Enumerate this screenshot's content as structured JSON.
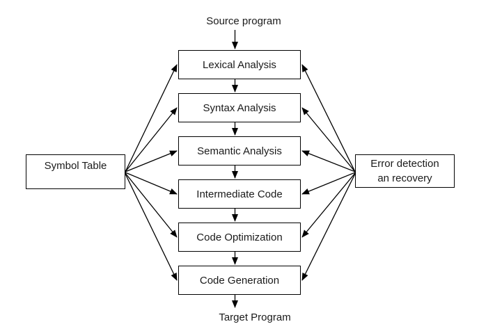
{
  "diagram": {
    "source_label": "Source program",
    "target_label": "Target Program",
    "phases": [
      {
        "label": "Lexical Analysis"
      },
      {
        "label": "Syntax Analysis"
      },
      {
        "label": "Semantic Analysis"
      },
      {
        "label": "Intermediate Code"
      },
      {
        "label": "Code Optimization"
      },
      {
        "label": "Code Generation"
      }
    ],
    "symbol_table": {
      "label": "Symbol Table"
    },
    "error_box": {
      "line1": "Error detection",
      "line2": "an recovery"
    },
    "colors": {
      "line": "#000000",
      "box_border": "#000000",
      "background": "#ffffff",
      "text": "#1a1a1a"
    }
  }
}
